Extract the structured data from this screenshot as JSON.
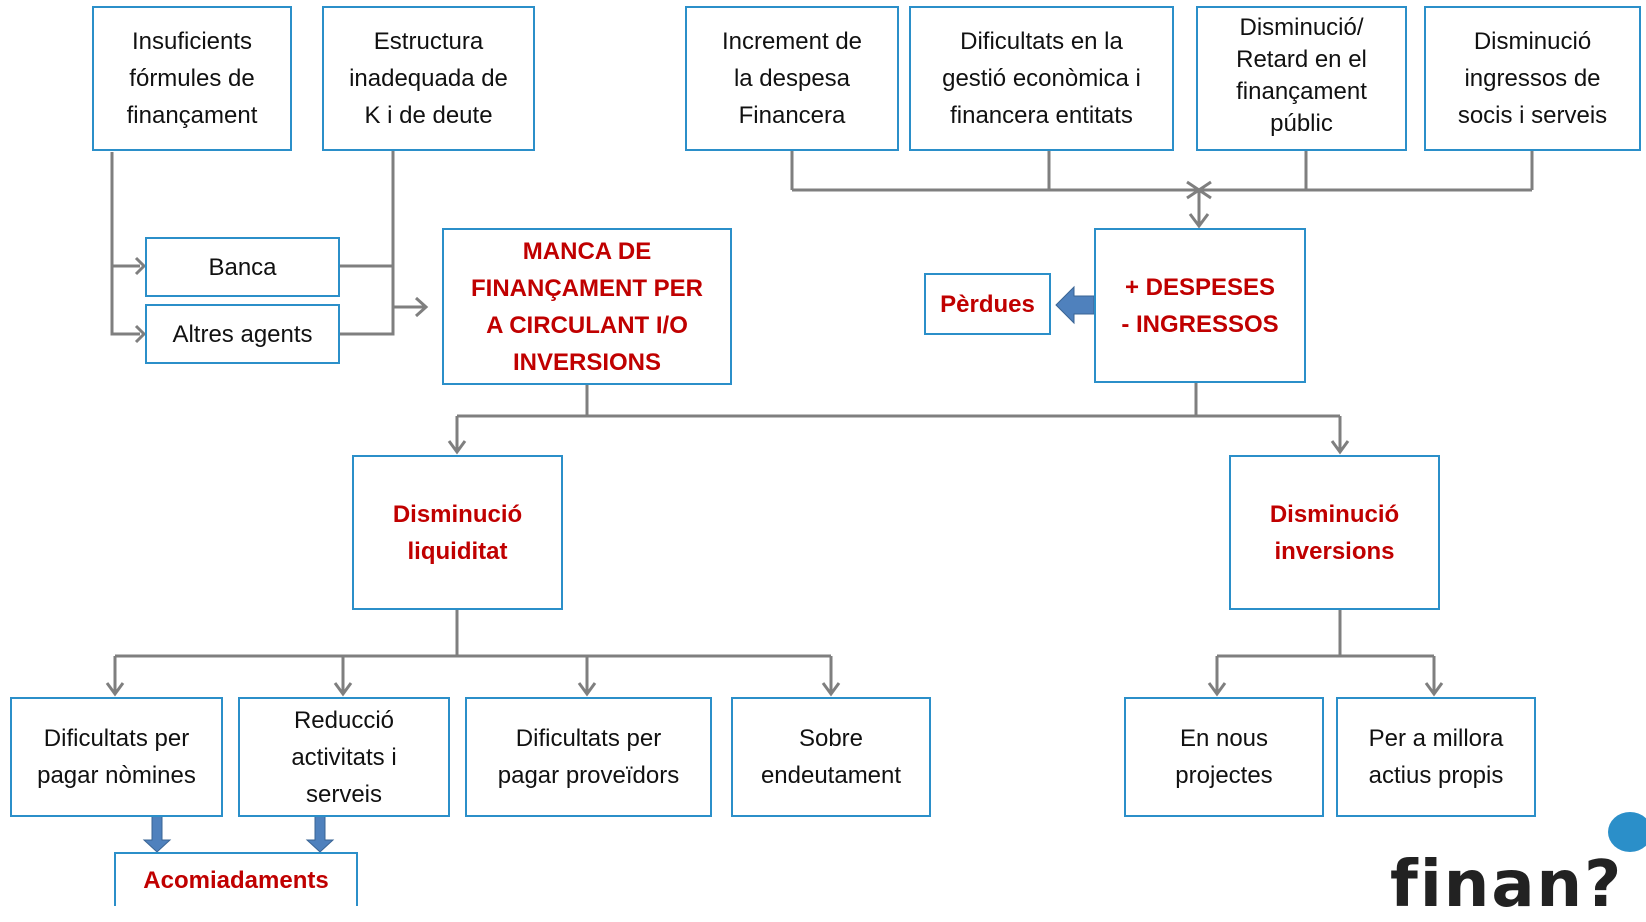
{
  "boxes": {
    "insuficients": "Insuficients\nfórmules de\nfinançament",
    "estructura": "Estructura\ninadequada de\nK i de deute",
    "increment": "Increment de\nla despesa\nFinancera",
    "dificultats_gestio": "Dificultats en la\ngestió econòmica i\nfinancera entitats",
    "retard": "Disminució/\nRetard en el\nfinançament\npúblic",
    "disminucio_ingressos": "Disminució\ningressos de\nsocis i serveis",
    "banca": "Banca",
    "altres_agents": "Altres agents",
    "manca": "MANCA DE\nFINANÇAMENT PER\nA CIRCULANT I/O\nINVERSIONS",
    "despeses": "+ DESPESES\n- INGRESSOS",
    "perdues": "Pèrdues",
    "dism_liquiditat": "Disminució\nliquiditat",
    "dism_inversions": "Disminució\ninversions",
    "nomines": "Dificultats per\npagar nòmines",
    "reduccio": "Reducció\nactivitats i\nserveis",
    "proveidors": "Dificultats per\npagar proveïdors",
    "endeutament": "Sobre\nendeutament",
    "nous_projectes": "En nous\nprojectes",
    "millora": "Per a millora\nactius propis",
    "acomiadaments": "Acomiadaments"
  },
  "logo": {
    "text": "finan?"
  },
  "colors": {
    "box_border": "#2b8fc9",
    "accent_text": "#c00000",
    "connector": "#7f7f7f",
    "block_arrow": "#4f81bd"
  }
}
